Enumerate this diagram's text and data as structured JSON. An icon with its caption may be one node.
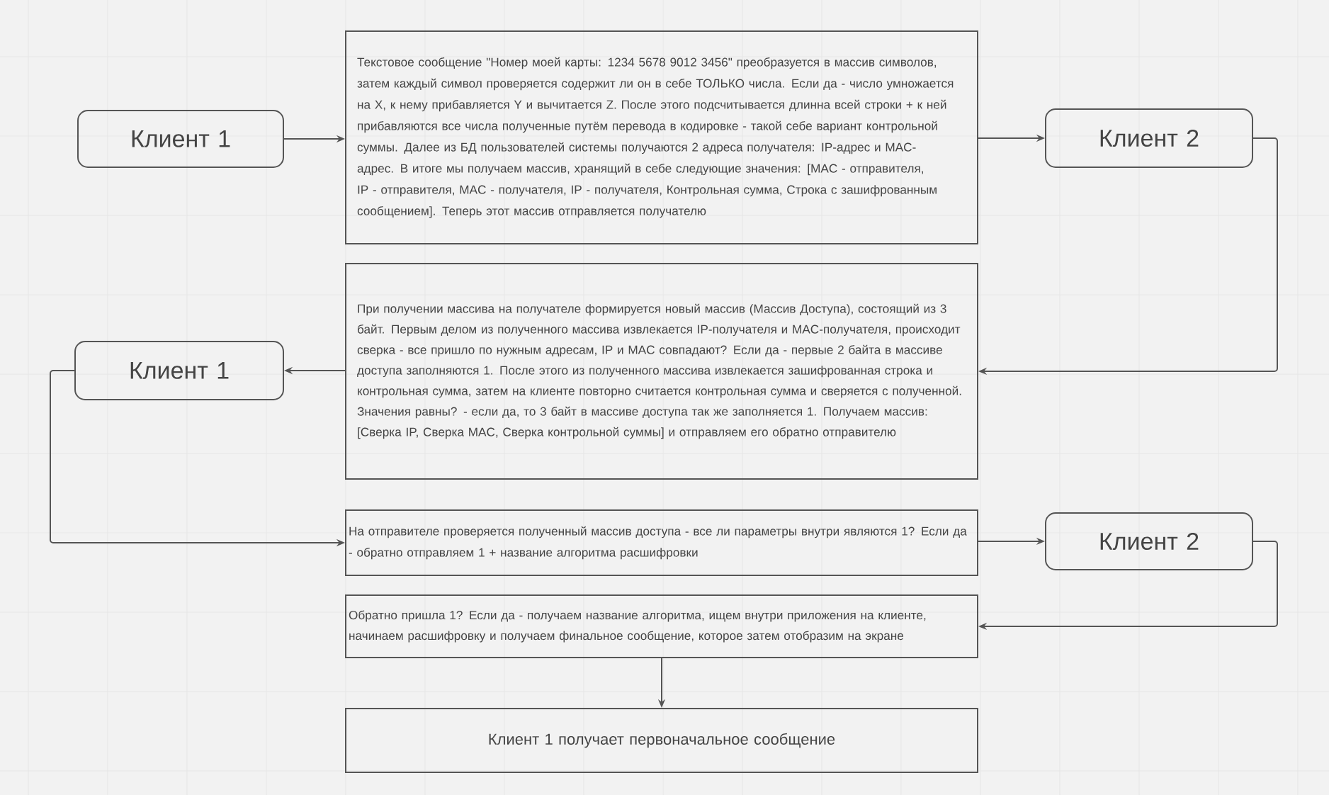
{
  "diagram": {
    "nodes": [
      {
        "text": [
          "Клиент 1"
        ]
      },
      {
        "text": [
          "Текстовое сообщение \"Номер моей карты: 1234 5678 9012 3456\" преобразуется в массив символов, затем каждый символ проверяется содержит ли он в себе ТОЛЬКО числа. Если да - число умножается на X, к нему прибавляется Y и вычитается Z. После этого подсчитывается длинна всей строки + к ней прибавляются все числа полученные путём перевода в кодировке - такой себе вариант контрольной суммы. Далее из БД пользователей системы получаются 2 адреса получателя: IP-адрес и MAC-адрес. В итоге мы получаем массив, хранящий в себе следующие значения: [MAC - отправителя, IP - отправителя, MAC - получателя, IP - получателя, Контрольная сумма, Строка с зашифрованным сообщением]. Теперь этот массив отправляется получателю"
        ]
      },
      {
        "text": [
          "Клиент 2"
        ]
      },
      {
        "text": [
          "При получении массива на получателе формируется новый массив (Массив Доступа), состоящий из 3 байт. Первым делом из полученного массива извлекается IP-получателя и MAC-получателя, происходит сверка - все пришло по нужным адресам, IP  и MAC совпадают? Если да - первые 2 байта в массиве доступа заполняются 1. После этого из полученного массива извлекается зашифрованная строка и контрольная сумма, затем на клиенте повторно считается контрольная сумма и сверяется с полученной. Значения равны? - если да, то 3 байт в массиве доступа так же заполняется 1. Получаем массив: [Сверка IP, Сверка MAC, Сверка контрольной суммы] и отправляем его обратно отправителю"
        ]
      },
      {
        "text": [
          "Клиент 1"
        ]
      },
      {
        "text": [
          "На отправителе проверяется полученный массив доступа - все ли параметры внутри являются 1? Если да - обратно отправляем 1 + название алгоритма расшифровки"
        ]
      },
      {
        "text": [
          "Клиент 2"
        ]
      },
      {
        "text": [
          "Обратно пришла 1? Если да - получаем название алгоритма, ищем внутри приложения на клиенте, начинаем расшифровку и получаем финальное сообщение, которое затем отобразим на экране"
        ]
      },
      {
        "text": [
          "Клиент 1 получает первоначальное сообщение"
        ]
      }
    ],
    "edges": [
      {
        "from": 0,
        "to": 1,
        "arrow": "to"
      },
      {
        "from": 1,
        "to": 2,
        "arrow": "to"
      },
      {
        "from": 2,
        "to": 3,
        "arrow": "to"
      },
      {
        "from": 3,
        "to": 4,
        "arrow": "to"
      },
      {
        "from": 4,
        "to": 5,
        "arrow": "to"
      },
      {
        "from": 5,
        "to": 6,
        "arrow": "to"
      },
      {
        "from": 6,
        "to": 7,
        "arrow": "to"
      },
      {
        "from": 7,
        "to": 8,
        "arrow": "to"
      }
    ]
  }
}
